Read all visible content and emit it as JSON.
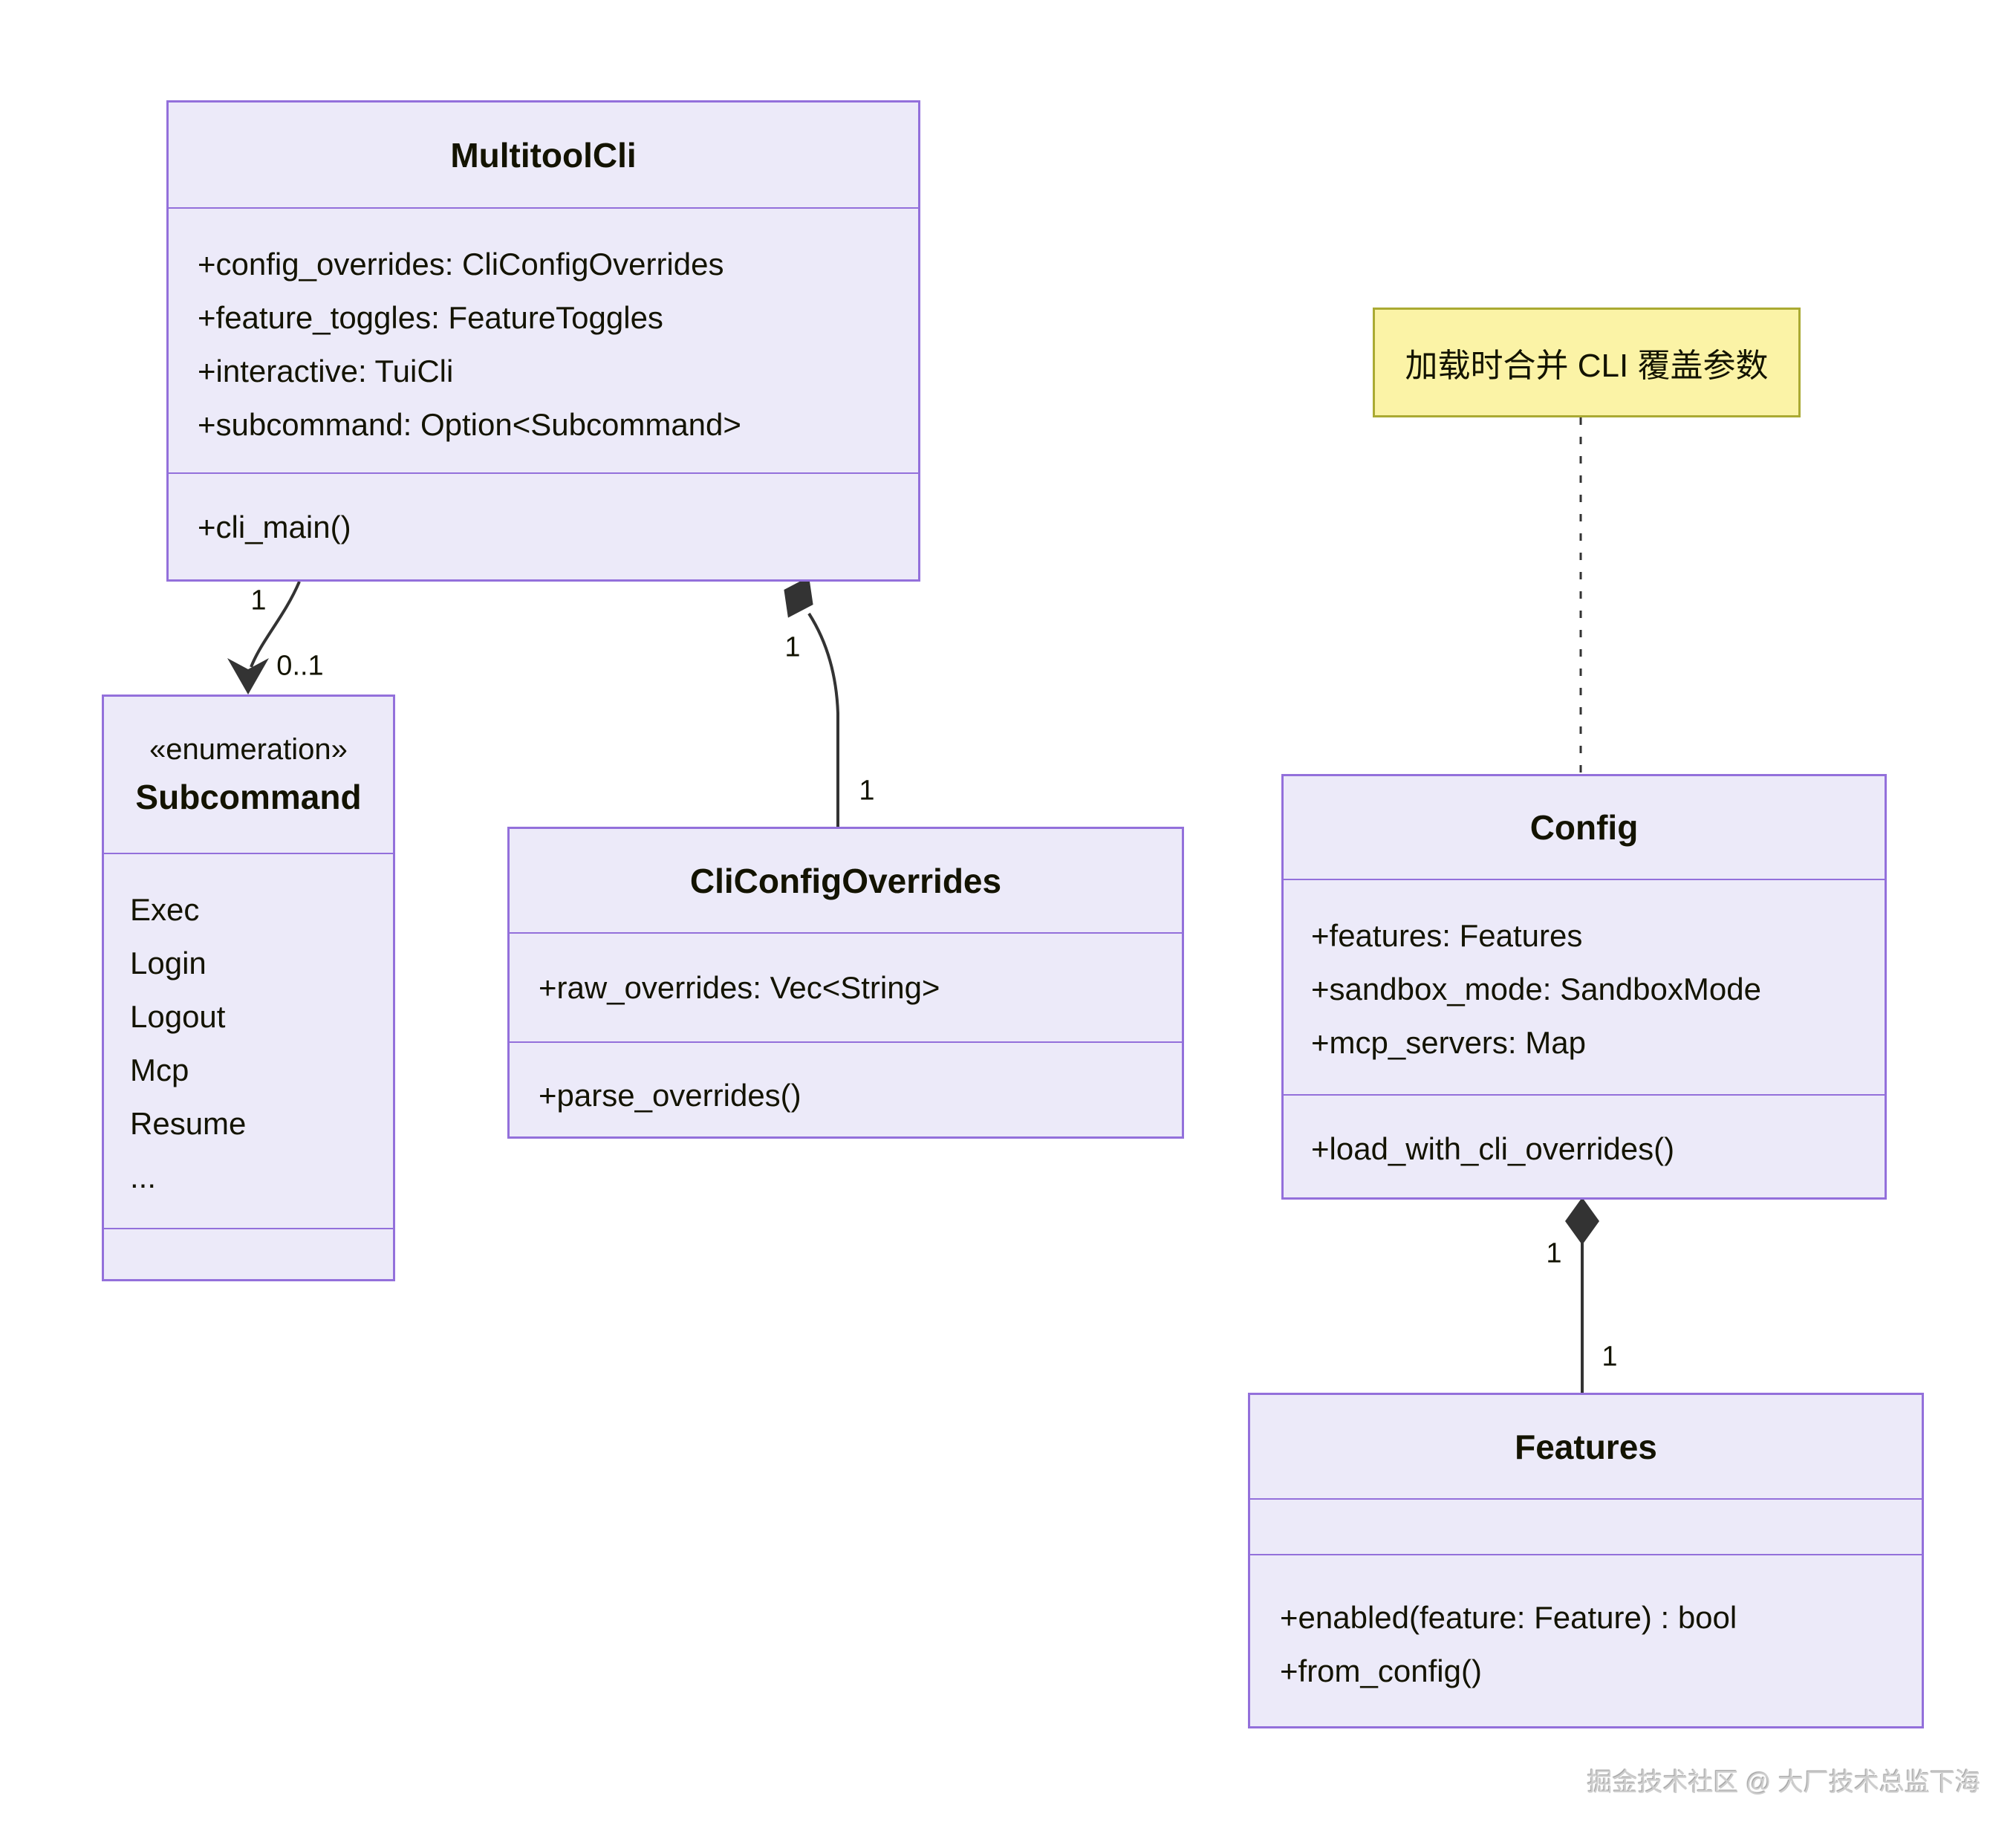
{
  "classes": {
    "multitool": {
      "title": "MultitoolCli",
      "attrs": [
        "+config_overrides: CliConfigOverrides",
        "+feature_toggles: FeatureToggles",
        "+interactive: TuiCli",
        "+subcommand: Option<Subcommand>"
      ],
      "methods": [
        "+cli_main()"
      ]
    },
    "subcommand": {
      "stereotype": "«enumeration»",
      "title": "Subcommand",
      "items": [
        "Exec",
        "Login",
        "Logout",
        "Mcp",
        "Resume",
        "..."
      ]
    },
    "clioverrides": {
      "title": "CliConfigOverrides",
      "attrs": [
        "+raw_overrides: Vec<String>"
      ],
      "methods": [
        "+parse_overrides()"
      ]
    },
    "config": {
      "title": "Config",
      "attrs": [
        "+features: Features",
        "+sandbox_mode: SandboxMode",
        "+mcp_servers: Map"
      ],
      "methods": [
        "+load_with_cli_overrides()"
      ]
    },
    "features": {
      "title": "Features",
      "attrs": [],
      "methods": [
        "+enabled(feature: Feature) : bool",
        "+from_config()"
      ]
    }
  },
  "note": {
    "text": "加载时合并 CLI 覆盖参数"
  },
  "edges": {
    "multitool_subcommand": {
      "type": "association-arrow",
      "source_label": "1",
      "target_label": "0..1"
    },
    "multitool_clioverrides": {
      "type": "composition",
      "source_label": "1",
      "target_label": "1"
    },
    "config_features": {
      "type": "composition",
      "source_label": "1",
      "target_label": "1"
    }
  },
  "watermark": {
    "text": "掘金技术社区 @ 大厂技术总监下海"
  },
  "colors": {
    "class_fill": "#ECEAF9",
    "class_border": "#9370DB",
    "note_fill": "#FBF3A6",
    "note_border": "#AAAA33",
    "line": "#333333",
    "text": "#131300",
    "watermark": "#cdcdcd"
  }
}
